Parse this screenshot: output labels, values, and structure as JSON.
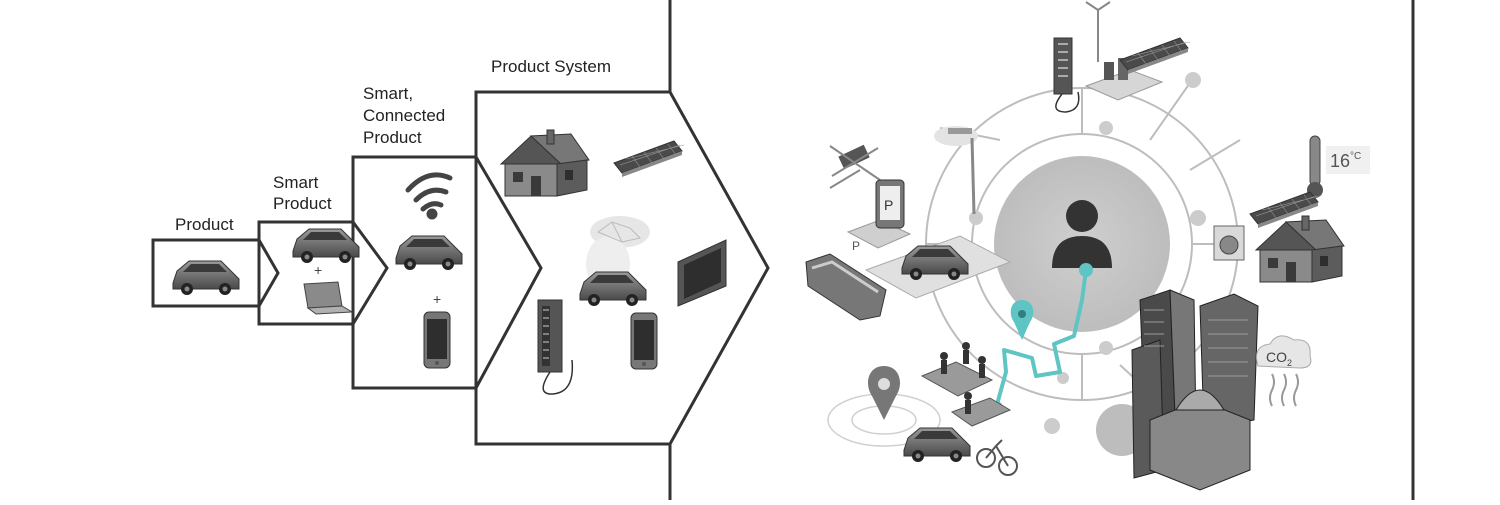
{
  "stages": [
    {
      "id": "product",
      "lines": [
        "Product"
      ]
    },
    {
      "id": "smart-product",
      "lines": [
        "Smart",
        "Product"
      ]
    },
    {
      "id": "smart-connected-product",
      "lines": [
        "Smart,",
        "Connected",
        "Product"
      ]
    },
    {
      "id": "product-system",
      "lines": [
        "Product System"
      ]
    }
  ],
  "symbols": {
    "plus": "+",
    "parking": "P"
  },
  "ecosystem": {
    "temperature": "16",
    "temperature_unit": "°C",
    "co2": "CO",
    "co2_sub": "2"
  },
  "colors": {
    "outline": "#333333",
    "accent": "#5ec4c4",
    "hub": "#c8c8c8",
    "network": "#bdbdbd"
  },
  "icons": [
    "car-icon",
    "laptop-icon",
    "wifi-icon",
    "phone-icon",
    "house-icon",
    "solar-panel-icon",
    "battery-icon",
    "cloud-network-icon",
    "tablet-icon",
    "person-icon",
    "map-pin-icon",
    "wind-turbine-icon",
    "satellite-icon",
    "street-lamp-icon",
    "parking-icon",
    "train-icon",
    "thermometer-icon",
    "washing-machine-icon",
    "city-buildings-icon",
    "co2-cloud-icon",
    "bicycle-icon",
    "people-icon"
  ]
}
